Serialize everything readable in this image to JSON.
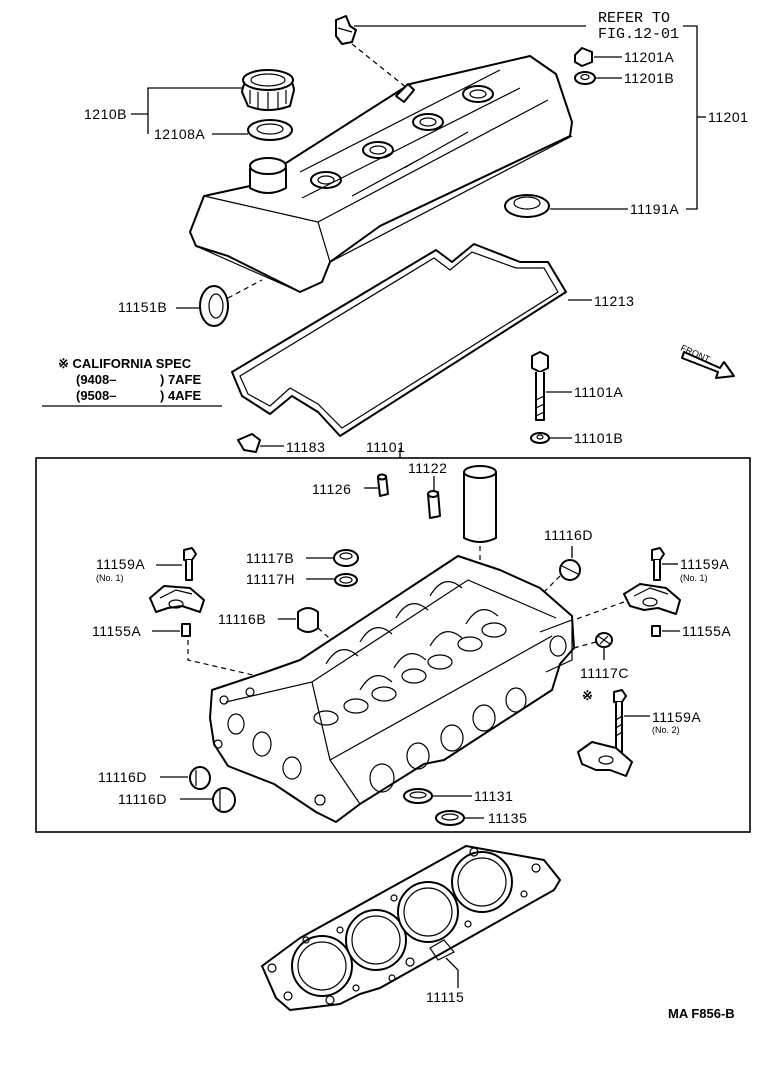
{
  "refer": {
    "line1": "REFER TO",
    "line2": "FIG.12-01"
  },
  "parts": {
    "p11201A": "11201A",
    "p11201B": "11201B",
    "p11201": "11201",
    "p11191A": "11191A",
    "p1210B": "1210B",
    "p12108A": "12108A",
    "p11151B": "11151B",
    "p11213": "11213",
    "p11101A": "11101A",
    "p11101B": "11101B",
    "p11183": "11183",
    "p11101": "11101",
    "p11122": "11122",
    "p11126": "11126",
    "p11116D_top": "11116D",
    "p11159A_left": "11159A",
    "p11159A_right": "11159A",
    "p11159A_lower": "11159A",
    "p11117B": "11117B",
    "p11117H": "11117H",
    "p11155A_left": "11155A",
    "p11155A_right": "11155A",
    "p11116B": "11116B",
    "p11117C": "11117C",
    "p11116D_a": "11116D",
    "p11116D_b": "11116D",
    "p11131": "11131",
    "p11135": "11135",
    "p11115": "11115"
  },
  "notes": {
    "no1_left": "(No. 1)",
    "no1_right": "(No. 1)",
    "no2": "(No. 2)"
  },
  "california": {
    "title": "※ CALIFORNIA SPEC",
    "row1_code": "(9408–",
    "row1_model": ") 7AFE",
    "row2_code": "(9508–",
    "row2_model": ") 4AFE"
  },
  "asterisk": "※",
  "front_label": "FRONT",
  "figure_code": "MA  F856-B"
}
